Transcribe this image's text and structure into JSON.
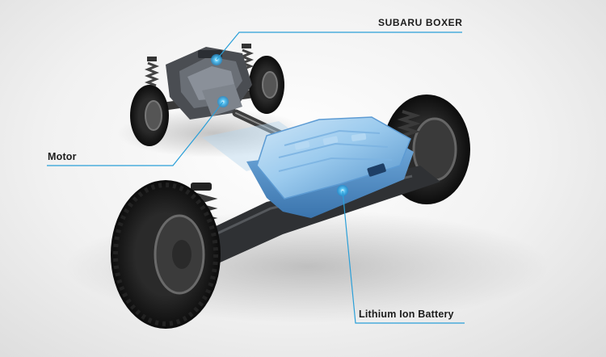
{
  "callouts": {
    "engine": {
      "label": "SUBARU BOXER"
    },
    "motor": {
      "label": "Motor"
    },
    "battery": {
      "label": "Lithium Ion Battery"
    }
  },
  "colors": {
    "callout_line": "#2a9fd8",
    "callout_dot": "#2fb0ea",
    "battery_blue": "#8fc4ea",
    "tire": "#1a1a1a",
    "background": "#eeeeee"
  }
}
